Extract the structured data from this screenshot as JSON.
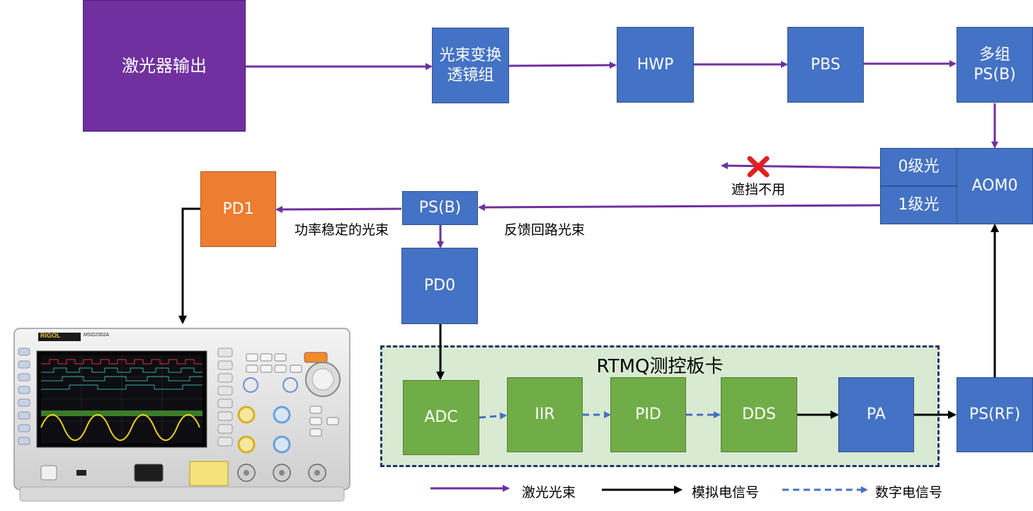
{
  "nodes": {
    "laser": "激光器输出",
    "lens": "光束变换透镜组",
    "hwp": "HWP",
    "pbs": "PBS",
    "ps_b_multi_line1": "多组",
    "ps_b_multi_line2": "PS(B)",
    "order0": "0级光",
    "order1": "1级光",
    "aom0": "AOM0",
    "ps_b": "PS(B)",
    "pd1": "PD1",
    "pd0": "PD0",
    "adc": "ADC",
    "iir": "IIR",
    "pid": "PID",
    "dds": "DDS",
    "pa": "PA",
    "ps_rf": "PS(RF)"
  },
  "labels": {
    "blocked": "遮挡不用",
    "stable_beam": "功率稳定的光束",
    "feedback_beam": "反馈回路光束",
    "rtmq_board": "RTMQ测控板卡"
  },
  "legend": {
    "laser_beam": "激光光束",
    "analog_signal": "模拟电信号",
    "digital_signal": "数字电信号"
  },
  "scope": {
    "brand": "RIGOL",
    "model": "MSO2302A"
  },
  "colors": {
    "laser_line": "#7030a0",
    "analog_line": "#000000",
    "digital_line": "#4472c4",
    "box_blue": "#4472c4",
    "box_green": "#70ad47",
    "box_orange": "#ed7d31",
    "box_purple": "#7030a0",
    "blocked_mark": "#e02020"
  }
}
